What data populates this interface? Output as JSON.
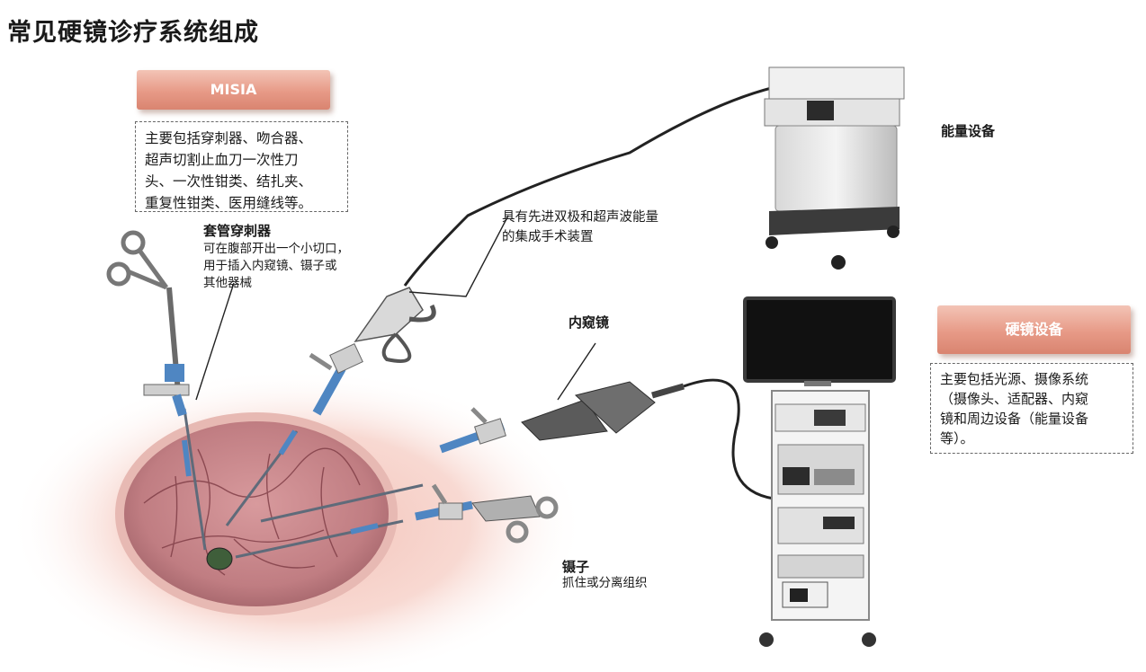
{
  "title": "常见硬镜诊疗系统组成",
  "misia": {
    "banner": "MISIA",
    "lines": [
      "主要包括穿刺器、吻合器、",
      "超声切割止血刀一次性刀",
      "头、一次性钳类、结扎夹、",
      "重复性钳类、医用缝线等。"
    ]
  },
  "trocar": {
    "title": "套管穿刺器",
    "lines": [
      "可在腹部开出一个小切口，",
      "用于插入内窥镜、镊子或",
      "其他器械"
    ]
  },
  "energy_label": "能量设备",
  "ultrasonic": {
    "lines": [
      "具有先进双极和超声波能量",
      "的集成手术装置"
    ]
  },
  "endoscope_label": "内窥镜",
  "rigid": {
    "banner": "硬镜设备",
    "lines": [
      "主要包括光源、摄像系统",
      "（摄像头、适配器、内窥",
      "镜和周边设备（能量设备",
      "等）。"
    ]
  },
  "forceps": {
    "title": "镊子",
    "desc": "抓住或分离组织"
  },
  "colors": {
    "banner": "#e79a87",
    "tissue": "#c9868a",
    "skin": "#f7d6cf",
    "instrument": "#5a8fc4"
  }
}
